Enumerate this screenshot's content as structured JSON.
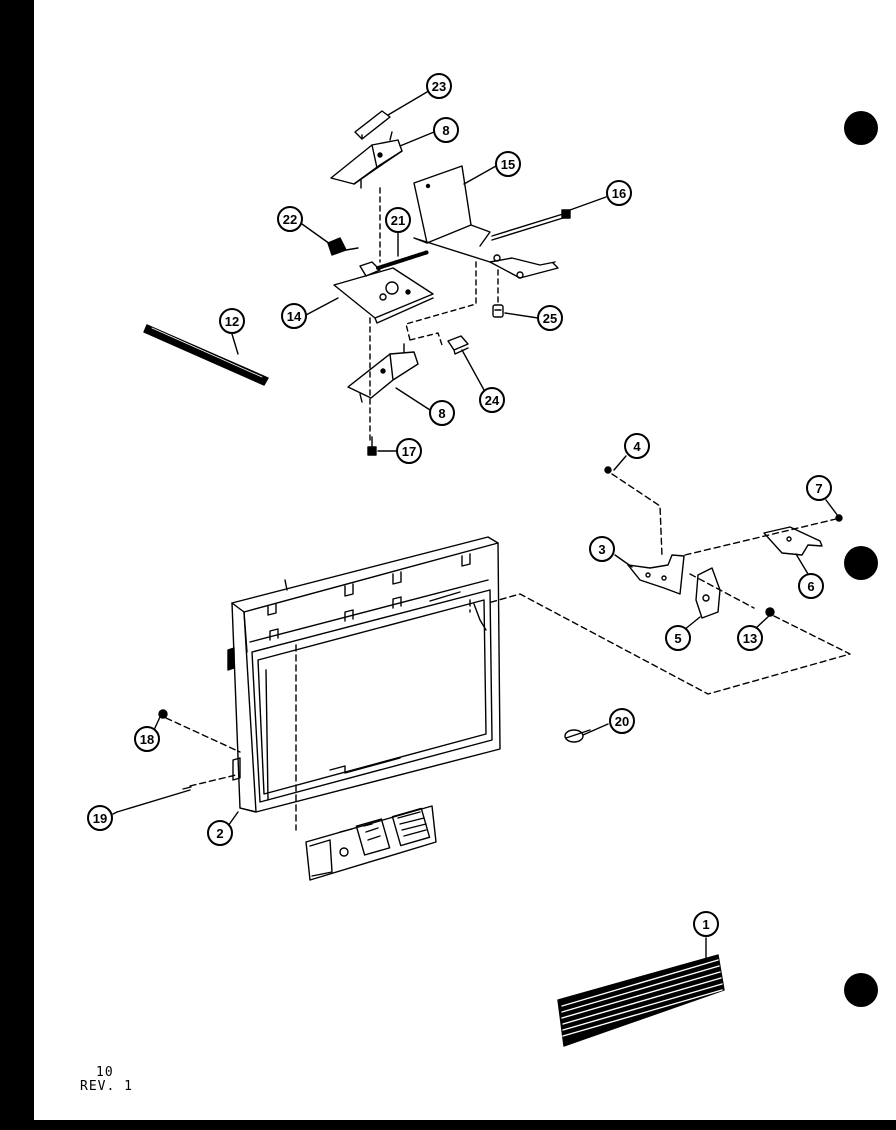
{
  "diagram": {
    "callouts": [
      {
        "id": "c23",
        "label": "23"
      },
      {
        "id": "c8a",
        "label": "8"
      },
      {
        "id": "c15",
        "label": "15"
      },
      {
        "id": "c16",
        "label": "16"
      },
      {
        "id": "c22",
        "label": "22"
      },
      {
        "id": "c21",
        "label": "21"
      },
      {
        "id": "c12",
        "label": "12"
      },
      {
        "id": "c14",
        "label": "14"
      },
      {
        "id": "c25",
        "label": "25"
      },
      {
        "id": "c24",
        "label": "24"
      },
      {
        "id": "c8b",
        "label": "8"
      },
      {
        "id": "c17",
        "label": "17"
      },
      {
        "id": "c4",
        "label": "4"
      },
      {
        "id": "c7",
        "label": "7"
      },
      {
        "id": "c3",
        "label": "3"
      },
      {
        "id": "c6",
        "label": "6"
      },
      {
        "id": "c5",
        "label": "5"
      },
      {
        "id": "c13",
        "label": "13"
      },
      {
        "id": "c18",
        "label": "18"
      },
      {
        "id": "c20",
        "label": "20"
      },
      {
        "id": "c19",
        "label": "19"
      },
      {
        "id": "c2",
        "label": "2"
      },
      {
        "id": "c1",
        "label": "1"
      }
    ]
  },
  "footer": {
    "page_number": "10",
    "revision": "REV. 1"
  }
}
